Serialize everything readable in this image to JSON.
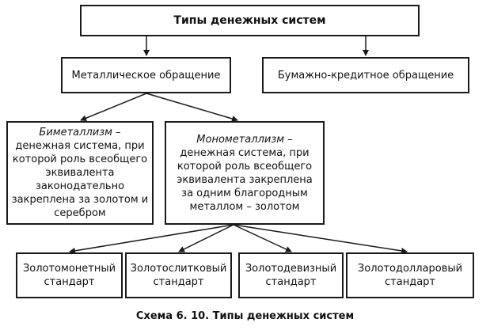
{
  "root": {
    "label": "Типы денежных систем"
  },
  "level1": {
    "metallic": "Металлическое обращение",
    "paper": "Бумажно-кредитное обращение"
  },
  "level2": {
    "bimetal": {
      "term": "Биметаллизм",
      "definition": " – денежная система, при которой роль всеобщего эквивалента законодательно закреплена за золотом и серебром"
    },
    "monometal": {
      "term": "Монометаллизм",
      "definition": " – денежная система, при которой роль всеобщего эквивалента закреплена за одним благородным металлом – золотом"
    }
  },
  "standards": [
    "Золотомонетный стандарт",
    "Золотослитковый стандарт",
    "Золотодевизный стандарт",
    "Золотодолларовый стандарт"
  ],
  "caption": "Схема 6. 10. Типы денежных систем"
}
